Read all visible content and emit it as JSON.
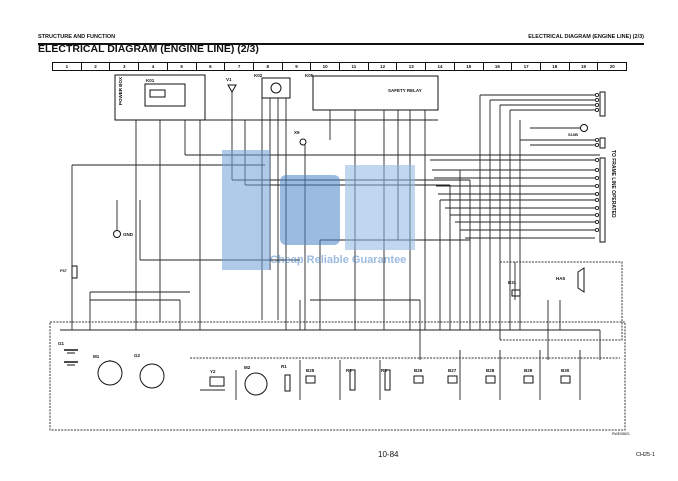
{
  "header": {
    "section": "STRUCTURE AND FUNCTION",
    "right": "ELECTRICAL DIAGRAM (ENGINE LINE) (2/3)"
  },
  "title": "ELECTRICAL DIAGRAM (ENGINE LINE) (2/3)",
  "columns": [
    "1",
    "2",
    "3",
    "4",
    "5",
    "6",
    "7",
    "8",
    "9",
    "10",
    "11",
    "12",
    "13",
    "14",
    "15",
    "16",
    "17",
    "18",
    "19",
    "20"
  ],
  "components": {
    "power_box": "POWER BOX",
    "k01": "K01",
    "v1": "V1",
    "k02": "K02",
    "k05": "K05",
    "safety_relay": "SAFETY RELAY",
    "x9": "X9",
    "gnd": "GND",
    "f67": "F67",
    "g1": "G1",
    "m1": "M1",
    "g2": "G2",
    "y2": "Y2",
    "m2": "M2",
    "r1": "R1",
    "b25": "B25",
    "r2": "R2",
    "r3": "R3",
    "b26": "B26",
    "b27": "B27",
    "b28": "B28",
    "b29": "B29",
    "b30": "B30",
    "b31": "B31",
    "ha5": "HA5",
    "s10b": "S10B"
  },
  "frame_label": "TO FRAME LINE OPERATED",
  "watermark": "Cheap Reliable Guarantee",
  "ref_code": "RWE08821",
  "page_number": "10-84",
  "doc_code": "CH25-1"
}
